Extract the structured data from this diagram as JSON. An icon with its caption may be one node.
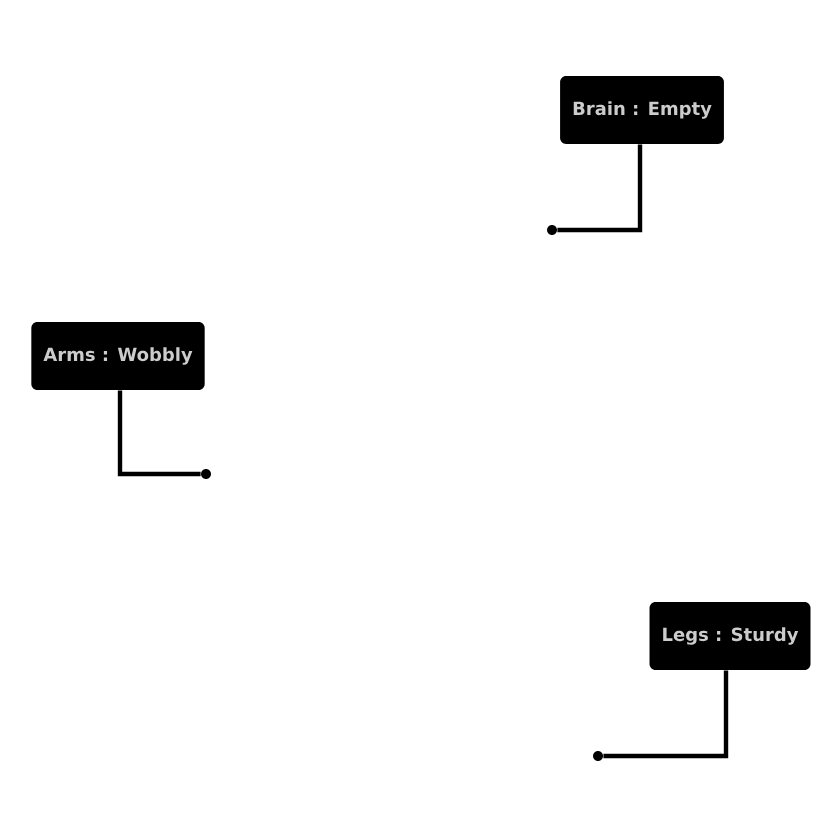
{
  "diagram": {
    "nodes": [
      {
        "text": [
          "Brain : Empty"
        ]
      },
      {
        "text": [
          "Arms : Wobbly"
        ]
      },
      {
        "text": [
          "Legs : Sturdy"
        ]
      },
      {
        "text": [],
        "shape": "circle"
      },
      {
        "text": [],
        "shape": "circle"
      },
      {
        "text": [],
        "shape": "circle"
      }
    ],
    "edges": [
      {
        "from": 0,
        "to": 3,
        "arrow": "none"
      },
      {
        "from": 1,
        "to": 4,
        "arrow": "none"
      },
      {
        "from": 2,
        "to": 5,
        "arrow": "none"
      }
    ]
  }
}
